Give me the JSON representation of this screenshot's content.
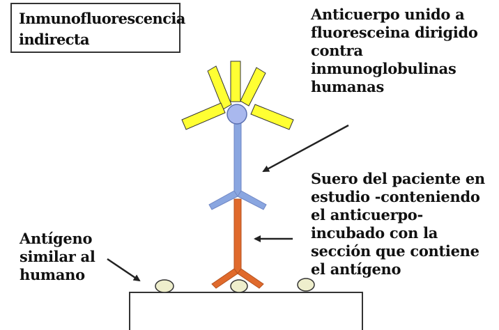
{
  "title": {
    "lines": [
      "Inmunofluorescencia",
      "indirecta"
    ]
  },
  "labels": {
    "secondary_antibody": {
      "lines": [
        "Anticuerpo unido a",
        "fluoresceina dirigido",
        "contra",
        "inmunoglobulinas",
        "humanas"
      ]
    },
    "patient_serum": {
      "lines": [
        "Suero del paciente en",
        "estudio -conteniendo",
        "el anticuerpo-",
        "incubado con la",
        "sección que contiene",
        "el antígeno"
      ]
    },
    "antigen": {
      "lines": [
        "Antígeno",
        "similar al",
        "humano"
      ]
    }
  },
  "colors": {
    "fluorescein": "#ffff33",
    "secondary_antibody": "#8aa6e0",
    "antibody_head": "#a9b8ee",
    "primary_antibody": "#e06a2c",
    "antigen": "#eeeecc",
    "outline": "#333333",
    "arrow": "#222222"
  }
}
